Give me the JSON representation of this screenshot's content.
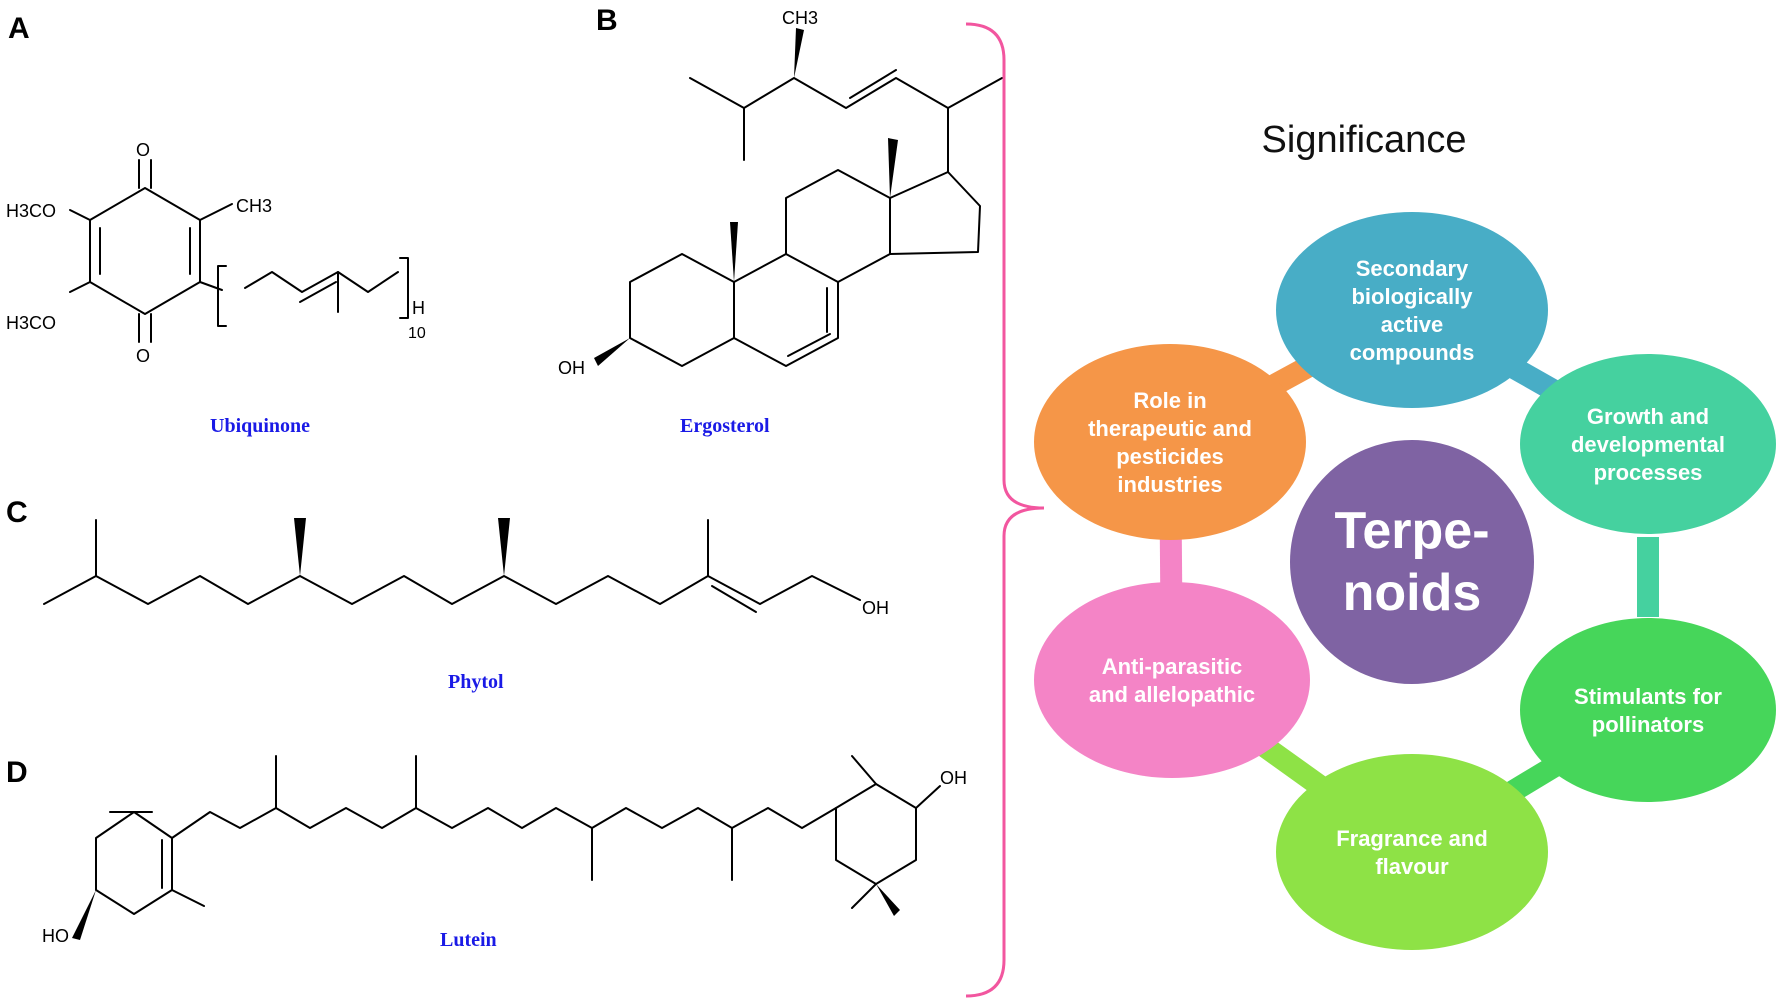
{
  "panels": {
    "A": {
      "letter": "A",
      "name": "Ubiquinone",
      "atoms": {
        "h3co_top": "H3CO",
        "h3co_bottom": "H3CO",
        "ch3": "CH3",
        "o_top": "O",
        "o_bottom": "O",
        "h": "H",
        "sub10": "10"
      }
    },
    "B": {
      "letter": "B",
      "name": "Ergosterol",
      "atoms": {
        "ch3": "CH3",
        "oh": "OH"
      }
    },
    "C": {
      "letter": "C",
      "name": "Phytol",
      "atoms": {
        "oh": "OH"
      }
    },
    "D": {
      "letter": "D",
      "name": "Lutein",
      "atoms": {
        "ho": "HO",
        "oh": "OH"
      }
    }
  },
  "significance": {
    "title": "Significance",
    "center": {
      "line1": "Terpe-",
      "line2": "noids",
      "color": "#7f63a3"
    },
    "nodes": [
      {
        "id": "secondary",
        "lines": [
          "Secondary",
          "biologically",
          "active",
          "compounds"
        ],
        "color": "#48adc6"
      },
      {
        "id": "growth",
        "lines": [
          "Growth and",
          "developmental",
          "processes"
        ],
        "color": "#45d19f"
      },
      {
        "id": "pollinators",
        "lines": [
          "Stimulants for",
          "pollinators"
        ],
        "color": "#46d65a"
      },
      {
        "id": "fragrance",
        "lines": [
          "Fragrance and",
          "flavour"
        ],
        "color": "#8ee246"
      },
      {
        "id": "antiparasitic",
        "lines": [
          "Anti-parasitic",
          "and  allelopathic"
        ],
        "color": "#f484c6"
      },
      {
        "id": "therapeutic",
        "lines": [
          "Role in",
          "therapeutic and",
          "pesticides",
          "industries"
        ],
        "color": "#f59648"
      }
    ],
    "brace_color": "#f2569f"
  }
}
